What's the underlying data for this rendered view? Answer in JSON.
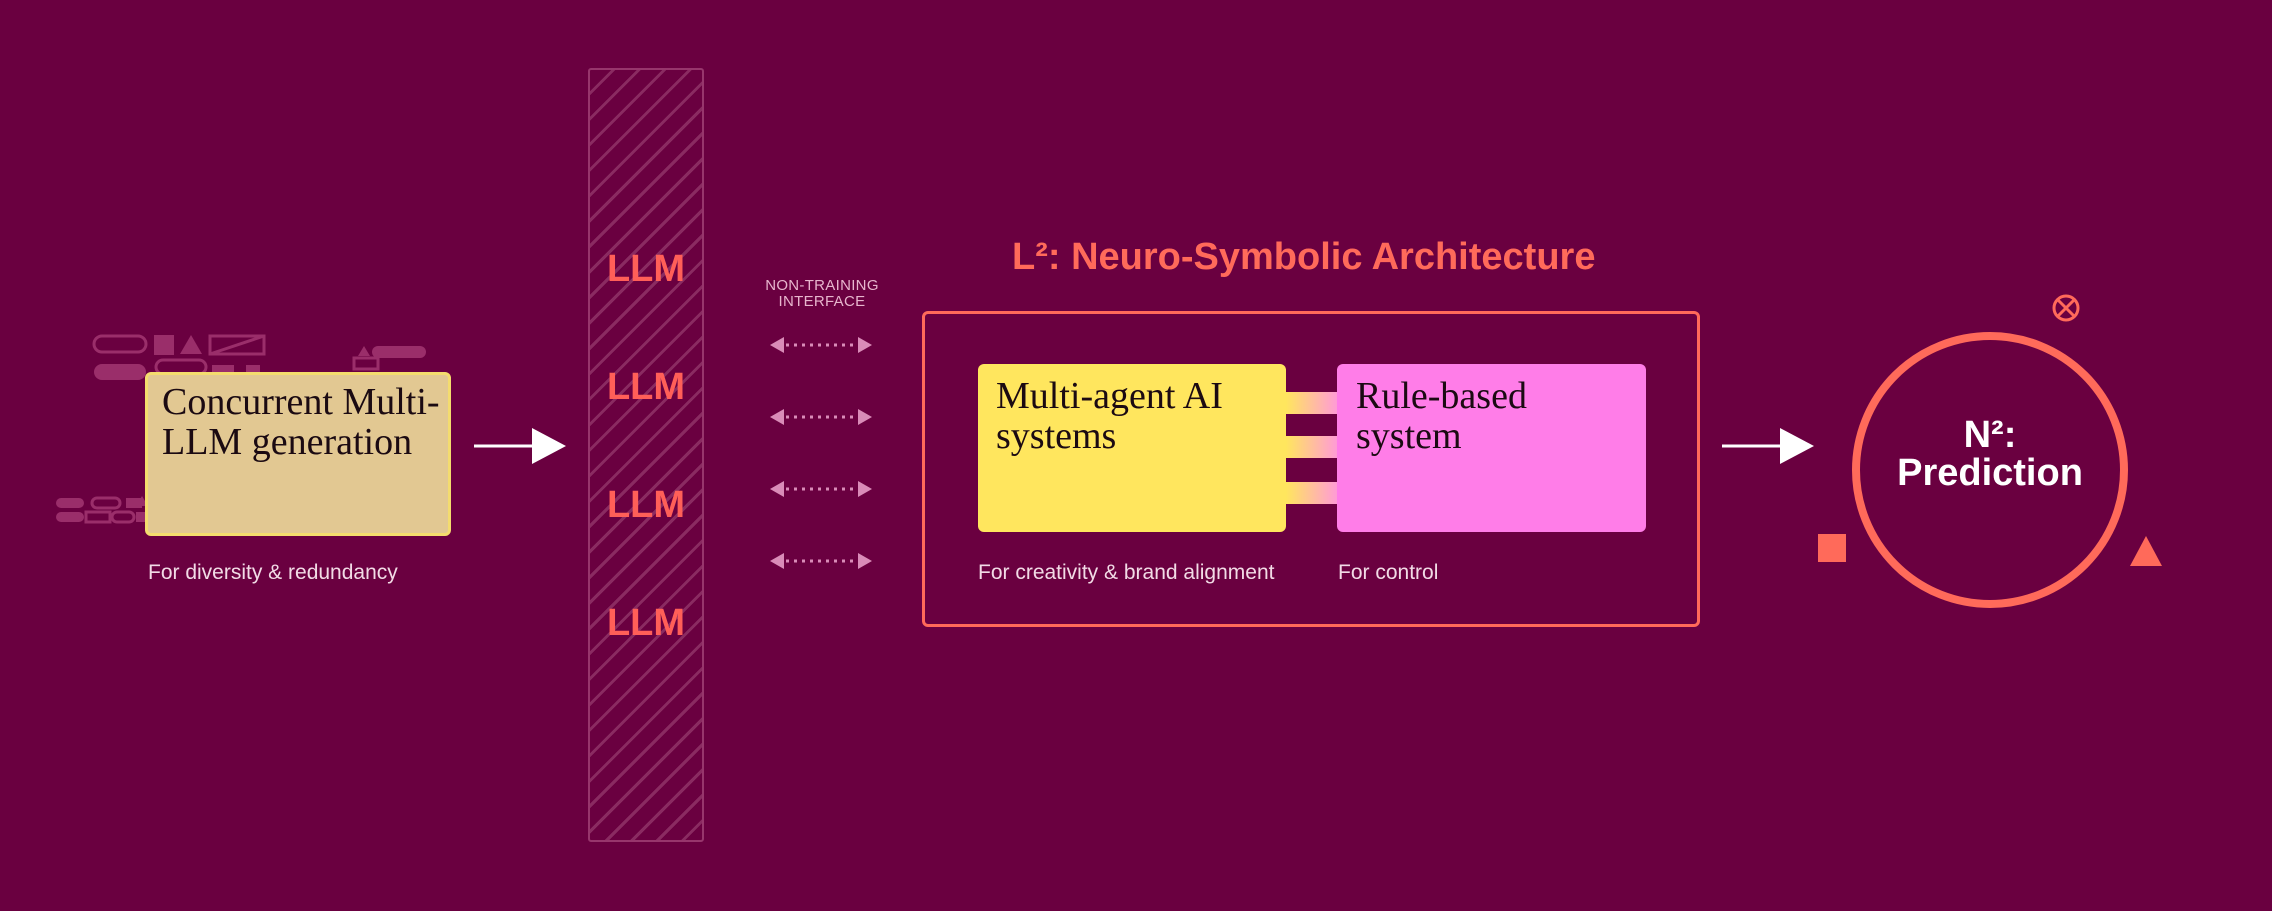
{
  "concurrent": {
    "label": "Concurrent Multi-LLM generation",
    "caption": "For diversity & redundancy"
  },
  "llm_column": {
    "labels": [
      "LLM",
      "LLM",
      "LLM",
      "LLM"
    ]
  },
  "interface": {
    "label_line1": "NON-TRAINING",
    "label_line2": "INTERFACE"
  },
  "architecture": {
    "title": "L²: Neuro-Symbolic Architecture",
    "multiagent_label": "Multi-agent AI systems",
    "multiagent_caption": "For creativity &  brand alignment",
    "rule_label": "Rule-based system",
    "rule_caption": "For control"
  },
  "prediction": {
    "title": "N²:",
    "label": "Prediction"
  },
  "colors": {
    "background": "#6a0040",
    "accent_coral": "#ff6a5a",
    "tan_box": "#e2c892",
    "yellow_box": "#ffe65e",
    "pink_box": "#ff7de8",
    "arrow_white": "#ffffff"
  },
  "icons": [
    "arrow-right-icon",
    "double-arrow-dotted-icon",
    "x-circle-icon",
    "square-icon",
    "triangle-icon",
    "shapes-cluster-icon"
  ]
}
